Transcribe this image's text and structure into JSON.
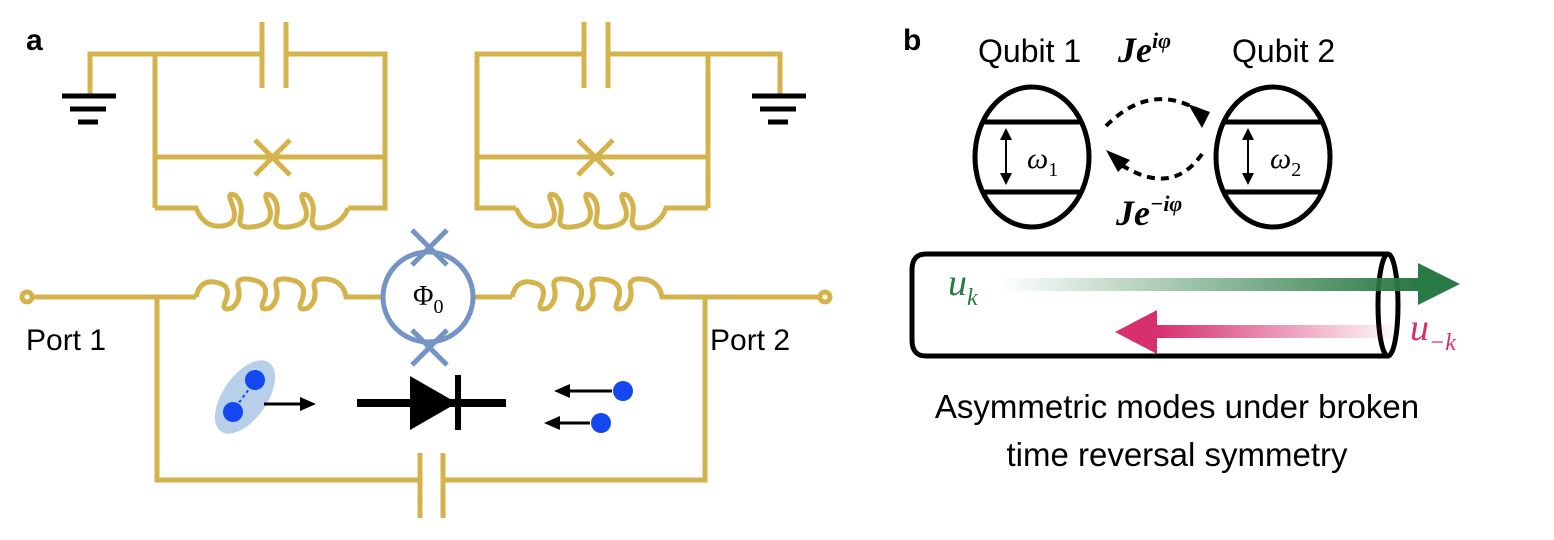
{
  "panel_a": {
    "label": "a",
    "port1_label": "Port 1",
    "port2_label": "Port 2",
    "squid_flux_label": "Φ",
    "squid_flux_sub": "0",
    "colors": {
      "circuit": "#d4b24c",
      "squid": "#7394c4",
      "particle": "#1447f0",
      "pair_halo": "#b7cfe8",
      "ink": "#000000"
    }
  },
  "panel_b": {
    "label": "b",
    "qubit1_label": "Qubit 1",
    "qubit2_label": "Qubit 2",
    "omega1": "ω",
    "omega1_sub": "1",
    "omega2": "ω",
    "omega2_sub": "2",
    "coupling_top": "Je",
    "coupling_top_sup": "iφ",
    "coupling_bottom": "Je",
    "coupling_bottom_sup": "−iφ",
    "mode_forward": "u",
    "mode_forward_sub": "k",
    "mode_backward": "u",
    "mode_backward_sub": "−k",
    "caption_line1": "Asymmetric modes under broken",
    "caption_line2": "time reversal symmetry",
    "colors": {
      "forward": "#2a7a45",
      "backward": "#d6306f"
    }
  }
}
